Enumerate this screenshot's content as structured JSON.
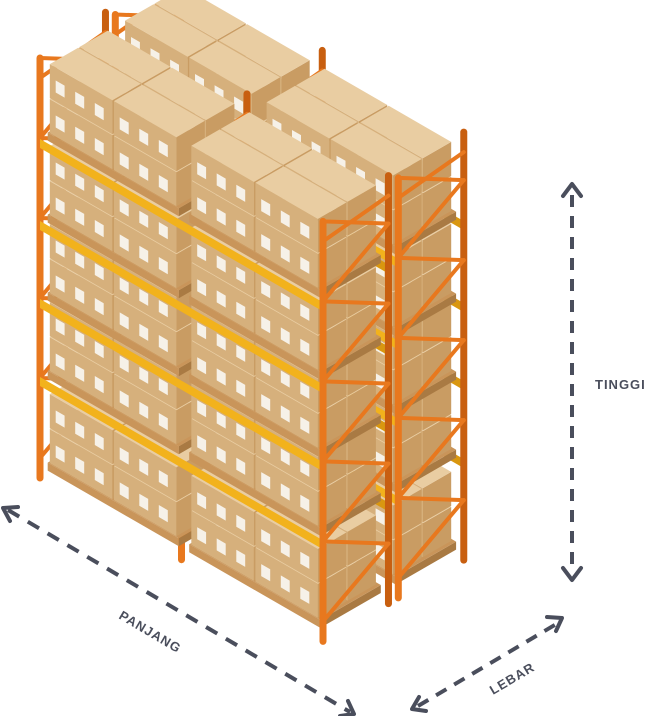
{
  "labels": {
    "height": "TINGGI",
    "length": "PANJANG",
    "width": "LEBAR"
  },
  "colors": {
    "frame": "#e8781e",
    "frame_dark": "#c85f10",
    "beam": "#f2b21c",
    "beam_dark": "#d99710",
    "box_top": "#e9cda2",
    "box_left": "#d6b07c",
    "box_right": "#c99c63",
    "label_card": "#f6f1e8",
    "pallet": "#c9955a",
    "arrow": "#4a4e5c"
  },
  "rack": {
    "bays": 2,
    "levels": 5,
    "rows": 2,
    "box_columns": 2,
    "box_layers": 2
  }
}
